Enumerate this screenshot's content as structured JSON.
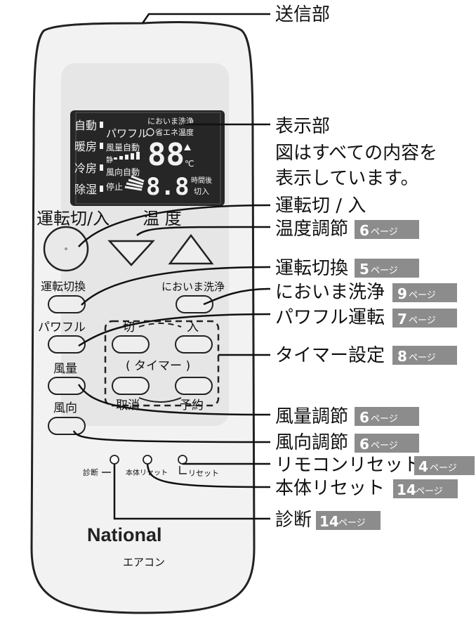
{
  "colors": {
    "badge": "#8c8c8c",
    "remote_body": "#f2f2f2",
    "panel": "#e6e6e6",
    "lcd": "#262626",
    "lcd_text": "#f2f2f2"
  },
  "remote": {
    "lcd": {
      "modes": [
        "自動",
        "暖房",
        "冷房",
        "除湿"
      ],
      "powerful": "パワフル",
      "fan_auto": "風量自動",
      "quiet": "静",
      "direction_auto": "風向自動",
      "stop": "停止",
      "odor_wash": "においま洗浄",
      "eco": "省エネ温度",
      "temp_digits": "88",
      "temp_unit": "℃",
      "timer_digits": "8.8",
      "timer_after": "時間後",
      "timer_on": "切入"
    },
    "buttons": {
      "power": "運転切/入",
      "temp": "温 度",
      "mode": "運転切換",
      "odor": "においま洗浄",
      "powerful": "パワフル",
      "fan": "風量",
      "direction": "風向",
      "timer_off": "切",
      "timer_on": "入",
      "timer_title": "( タイマー )",
      "timer_cancel": "取消",
      "timer_reserve": "予約"
    },
    "resets": {
      "diagnose": "診断",
      "body_reset": "本体リセット",
      "reset": "リセット"
    },
    "brand": "National",
    "product": "エアコン"
  },
  "callouts": [
    {
      "text": "送信部",
      "page": "",
      "page_suffix": ""
    },
    {
      "text": "表示部",
      "page": "",
      "page_suffix": ""
    },
    {
      "text": "図はすべての内容を",
      "page": "",
      "page_suffix": ""
    },
    {
      "text": "表示しています。",
      "page": "",
      "page_suffix": ""
    },
    {
      "text": "運転切 / 入",
      "page": "",
      "page_suffix": ""
    },
    {
      "text": "温度調節",
      "page": "6",
      "page_suffix": "ページ"
    },
    {
      "text": "運転切換",
      "page": "5",
      "page_suffix": "ページ"
    },
    {
      "text": "においま洗浄",
      "page": "9",
      "page_suffix": "ページ"
    },
    {
      "text": "パワフル運転",
      "page": "7",
      "page_suffix": "ページ"
    },
    {
      "text": "タイマー設定",
      "page": "8",
      "page_suffix": "ページ"
    },
    {
      "text": "風量調節",
      "page": "6",
      "page_suffix": "ページ"
    },
    {
      "text": "風向調節",
      "page": "6",
      "page_suffix": "ページ"
    },
    {
      "text": "リモコンリセット",
      "page": "4",
      "page_suffix": "ページ"
    },
    {
      "text": "本体リセット",
      "page": "14",
      "page_suffix": "ページ"
    },
    {
      "text": "診断",
      "page": "14",
      "page_suffix": "ページ"
    }
  ]
}
